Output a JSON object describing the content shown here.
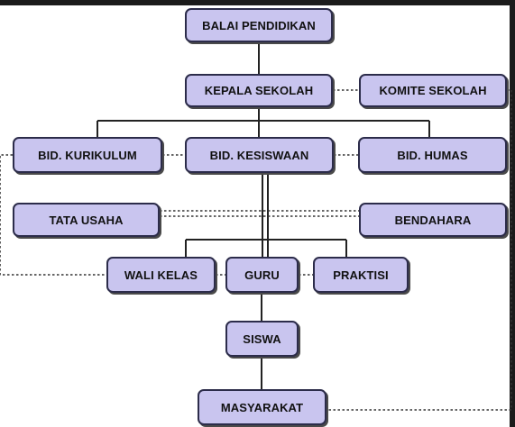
{
  "colors": {
    "box_fill": "#c9c5ef",
    "box_border": "#2c2c4a",
    "line": "#222222",
    "frame_bar": "#1b1b1b"
  },
  "nodes": {
    "balai": "BALAI PENDIDIKAN",
    "kepala": "KEPALA SEKOLAH",
    "komite": "KOMITE SEKOLAH",
    "kurikulum": "BID. KURIKULUM",
    "kesiswaan": "BID. KESISWAAN",
    "humas": "BID. HUMAS",
    "tata_usaha": "TATA USAHA",
    "bendahara": "BENDAHARA",
    "wali_kelas": "WALI KELAS",
    "guru": "GURU",
    "praktisi": "PRAKTISI",
    "siswa": "SISWA",
    "masyarakat": "MASYARAKAT"
  }
}
